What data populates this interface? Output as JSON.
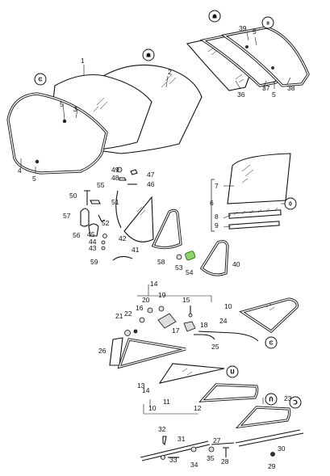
{
  "parts": [
    {
      "label": "1"
    },
    {
      "label": "2"
    },
    {
      "label": "3"
    },
    {
      "label": "4"
    },
    {
      "label": "5"
    },
    {
      "label": "5"
    },
    {
      "label": "39"
    },
    {
      "label": "5"
    },
    {
      "label": "36"
    },
    {
      "label": "37"
    },
    {
      "label": "5"
    },
    {
      "label": "38"
    },
    {
      "label": "7"
    },
    {
      "label": "6"
    },
    {
      "label": "8"
    },
    {
      "label": "9"
    },
    {
      "label": "49"
    },
    {
      "label": "47"
    },
    {
      "label": "48"
    },
    {
      "label": "46"
    },
    {
      "label": "55"
    },
    {
      "label": "50"
    },
    {
      "label": "51"
    },
    {
      "label": "57"
    },
    {
      "label": "52"
    },
    {
      "label": "56"
    },
    {
      "label": "45"
    },
    {
      "label": "44"
    },
    {
      "label": "43"
    },
    {
      "label": "42"
    },
    {
      "label": "41"
    },
    {
      "label": "59"
    },
    {
      "label": "58"
    },
    {
      "label": "53"
    },
    {
      "label": "54"
    },
    {
      "label": "40"
    },
    {
      "label": "14"
    },
    {
      "label": "19"
    },
    {
      "label": "20"
    },
    {
      "label": "16"
    },
    {
      "label": "15"
    },
    {
      "label": "21"
    },
    {
      "label": "22"
    },
    {
      "label": "17"
    },
    {
      "label": "18"
    },
    {
      "label": "10"
    },
    {
      "label": "24"
    },
    {
      "label": "26"
    },
    {
      "label": "25"
    },
    {
      "label": "13"
    },
    {
      "label": "14"
    },
    {
      "label": "11"
    },
    {
      "label": "10"
    },
    {
      "label": "12"
    },
    {
      "label": "23"
    },
    {
      "label": "32"
    },
    {
      "label": "31"
    },
    {
      "label": "27"
    },
    {
      "label": "30"
    },
    {
      "label": "33"
    },
    {
      "label": "34"
    },
    {
      "label": "35"
    },
    {
      "label": "28"
    },
    {
      "label": "29"
    }
  ],
  "badges": [
    {
      "symbol": "Ͼ"
    },
    {
      "symbol": "☗"
    },
    {
      "symbol": "☗"
    },
    {
      "symbol": "ͽ"
    },
    {
      "symbol": "0"
    },
    {
      "symbol": "Ͼ"
    },
    {
      "symbol": "ᑌ"
    },
    {
      "symbol": "ᑎ"
    },
    {
      "symbol": "ᑐ"
    }
  ]
}
